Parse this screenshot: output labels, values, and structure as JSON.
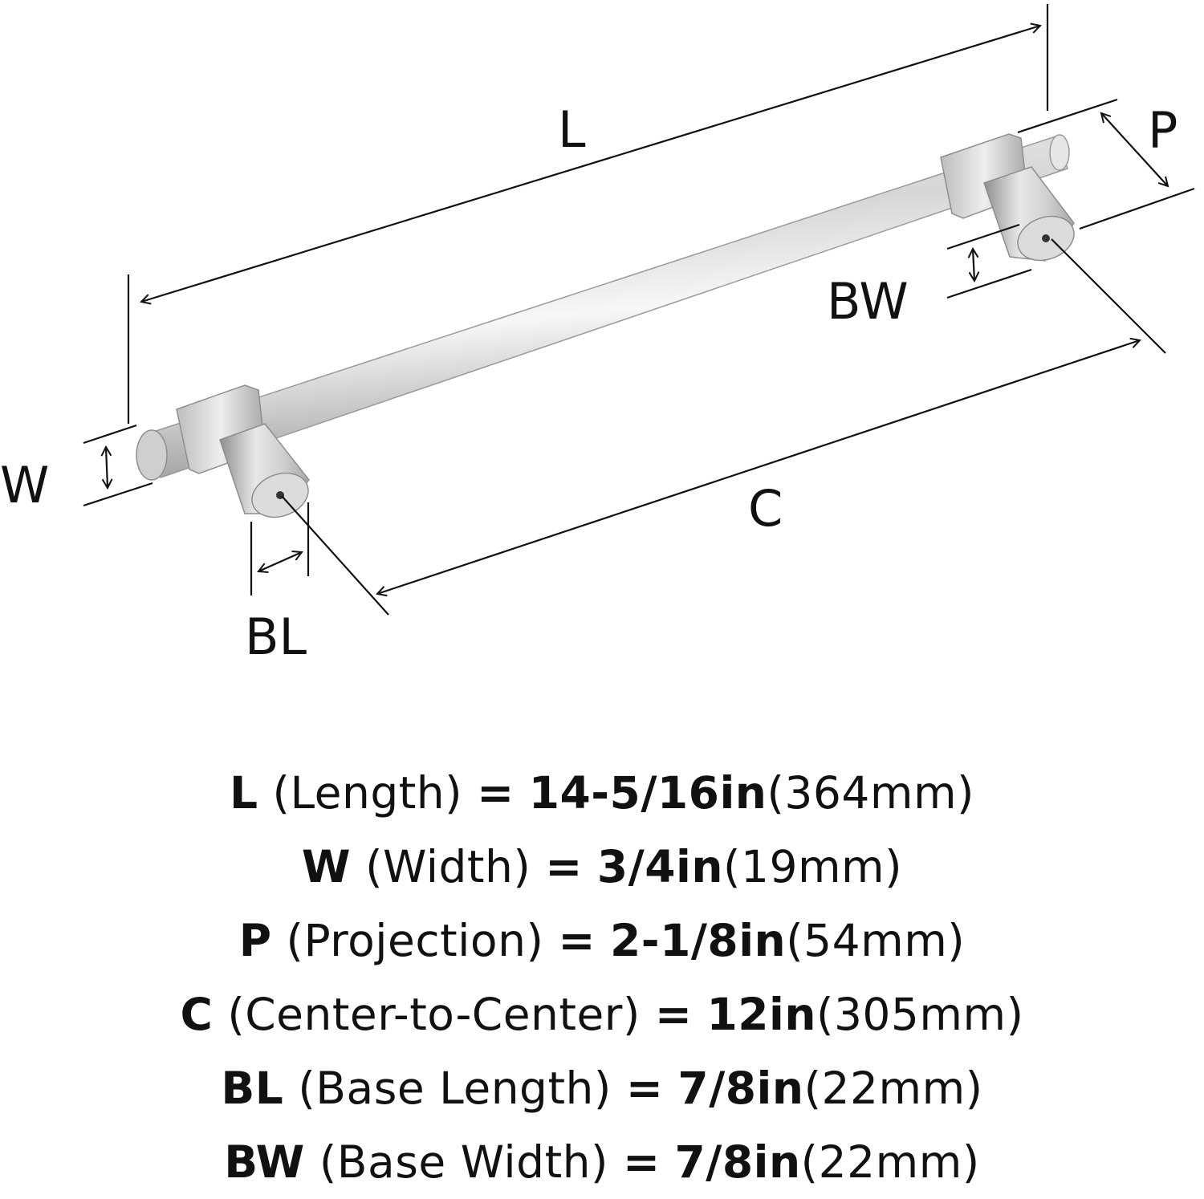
{
  "diagram": {
    "labels": {
      "L": "L",
      "P": "P",
      "BW": "BW",
      "W": "W",
      "C": "C",
      "BL": "BL"
    },
    "finish_color": "#c9c9c9"
  },
  "specs": [
    {
      "key": "L",
      "desc": "(Length)",
      "eq": "=",
      "imperial": "14-5/16in",
      "metric": "(364mm)"
    },
    {
      "key": "W",
      "desc": "(Width)",
      "eq": "=",
      "imperial": "3/4in",
      "metric": "(19mm)"
    },
    {
      "key": "P",
      "desc": "(Projection)",
      "eq": "=",
      "imperial": "2-1/8in",
      "metric": "(54mm)"
    },
    {
      "key": "C",
      "desc": "(Center-to-Center)",
      "eq": "=",
      "imperial": "12in",
      "metric": "(305mm)"
    },
    {
      "key": "BL",
      "desc": "(Base Length)",
      "eq": "=",
      "imperial": "7/8in",
      "metric": "(22mm)"
    },
    {
      "key": "BW",
      "desc": "(Base Width)",
      "eq": "=",
      "imperial": "7/8in",
      "metric": "(22mm)"
    }
  ]
}
